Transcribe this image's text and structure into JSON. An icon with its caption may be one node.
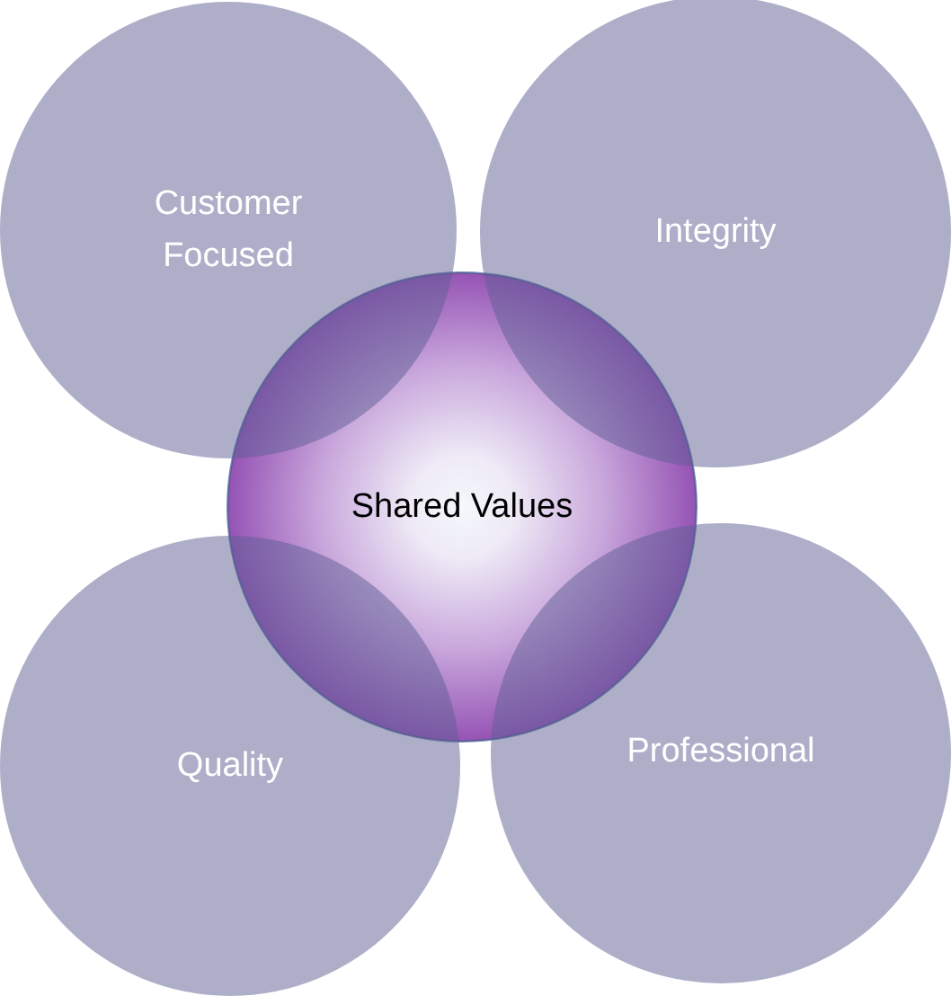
{
  "diagram": {
    "nodes": [
      {
        "text": [
          "Customer Focused"
        ]
      },
      {
        "text": [
          "Integrity"
        ]
      },
      {
        "text": [
          "Shared Values"
        ]
      },
      {
        "text": [
          "Quality"
        ]
      },
      {
        "text": [
          "Professional"
        ]
      }
    ]
  }
}
